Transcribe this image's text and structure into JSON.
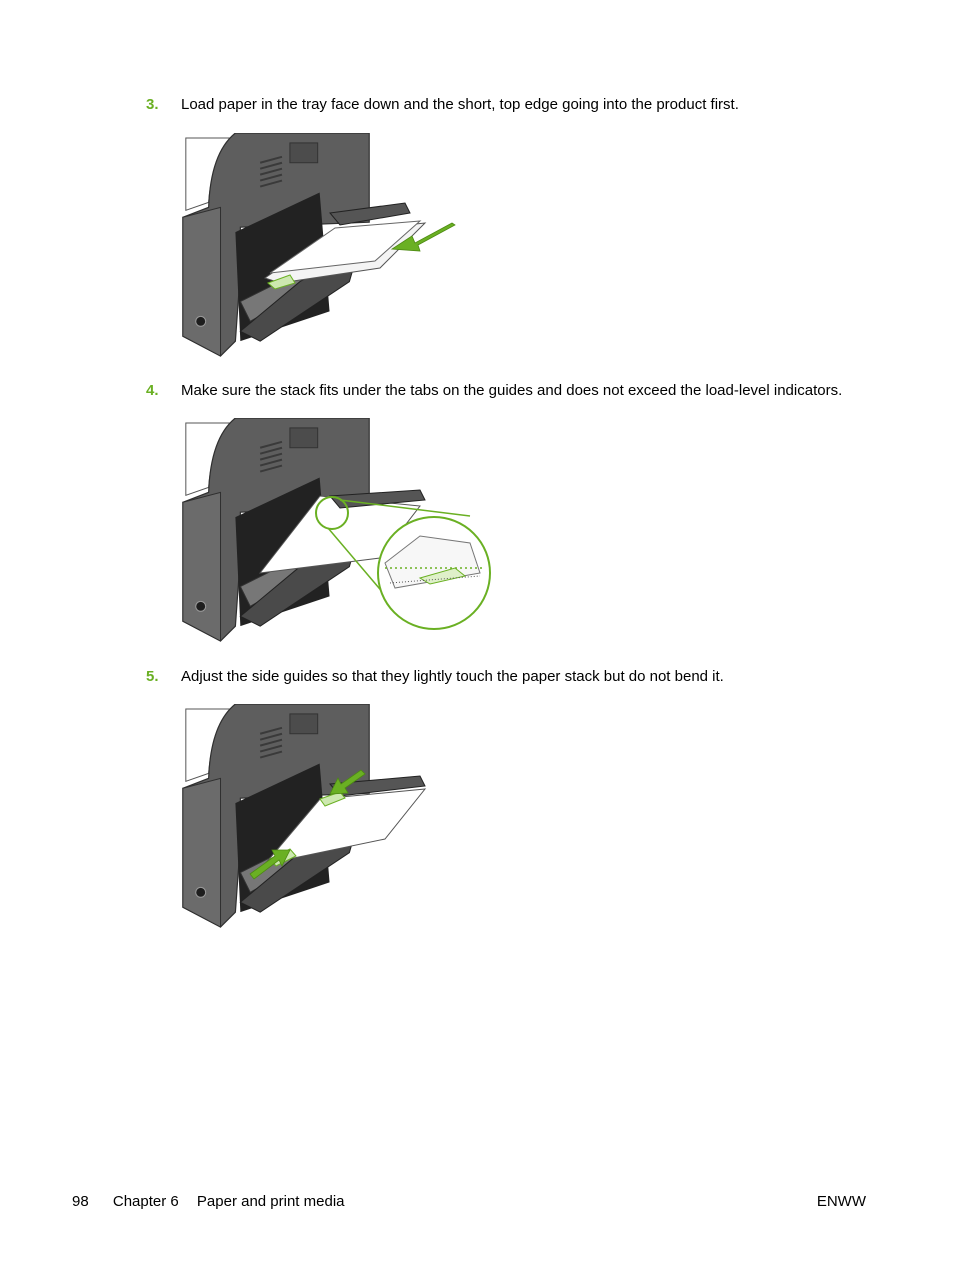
{
  "accent_color": "#6ab023",
  "steps": [
    {
      "number": "3.",
      "text": "Load paper in the tray face down and the short, top edge going into the product first."
    },
    {
      "number": "4.",
      "text": "Make sure the stack fits under the tabs on the guides and does not exceed the load-level indicators."
    },
    {
      "number": "5.",
      "text": "Adjust the side guides so that they lightly touch the paper stack but do not bend it."
    }
  ],
  "footer": {
    "page_number": "98",
    "chapter": "Chapter 6",
    "chapter_title": "Paper and print media",
    "locale": "ENWW"
  }
}
